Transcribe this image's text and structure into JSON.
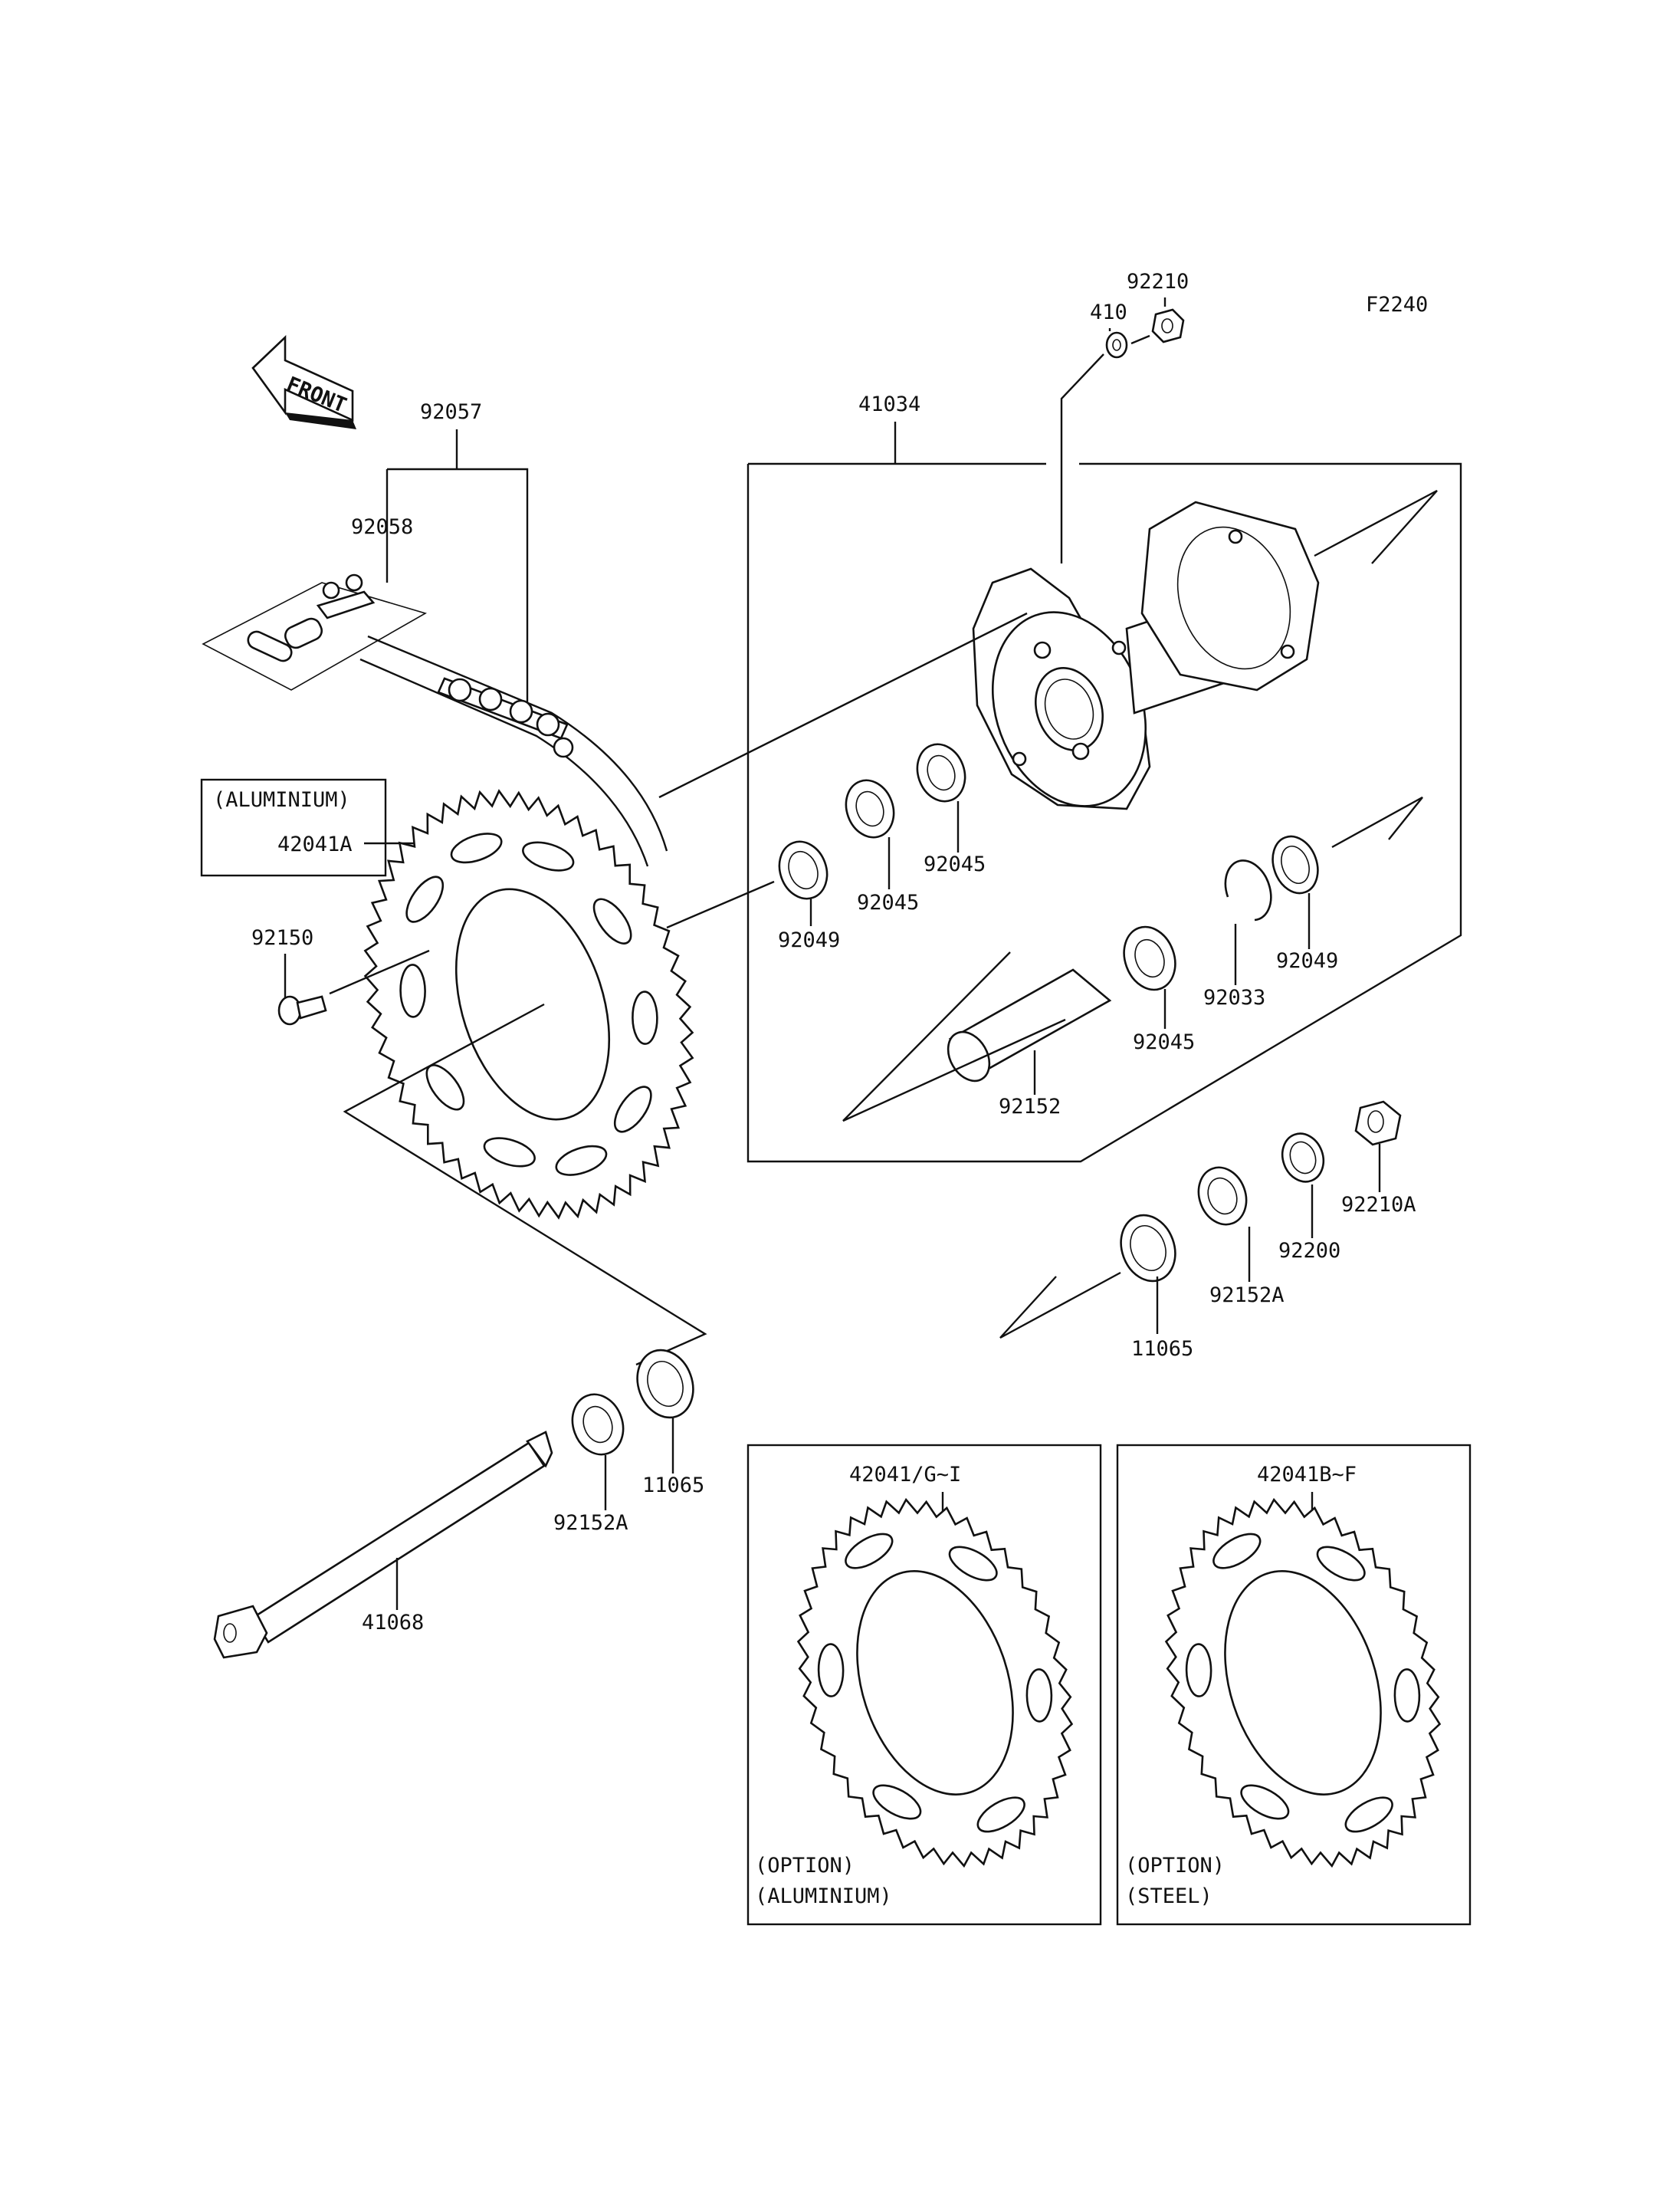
{
  "figure_code": "F2240",
  "front_label": "FRONT",
  "labels": {
    "p92057": "92057",
    "p92058": "92058",
    "p41034": "41034",
    "p410": "410",
    "p92210": "92210",
    "aluminium_note": "(ALUMINIUM)",
    "p42041A": "42041A",
    "p92150": "92150",
    "p92049_a": "92049",
    "p92045_a": "92045",
    "p92045_b": "92045",
    "p92049_b": "92049",
    "p92033": "92033",
    "p92045_c": "92045",
    "p92152": "92152",
    "p92210A": "92210A",
    "p92200": "92200",
    "p92152A_a": "92152A",
    "p11065_a": "11065",
    "p11065_b": "11065",
    "p92152A_b": "92152A",
    "p41068": "41068"
  },
  "option_boxes": [
    {
      "part": "42041/G~I",
      "line1": "(OPTION)",
      "line2": "(ALUMINIUM)"
    },
    {
      "part": "42041B~F",
      "line1": "(OPTION)",
      "line2": "(STEEL)"
    }
  ]
}
